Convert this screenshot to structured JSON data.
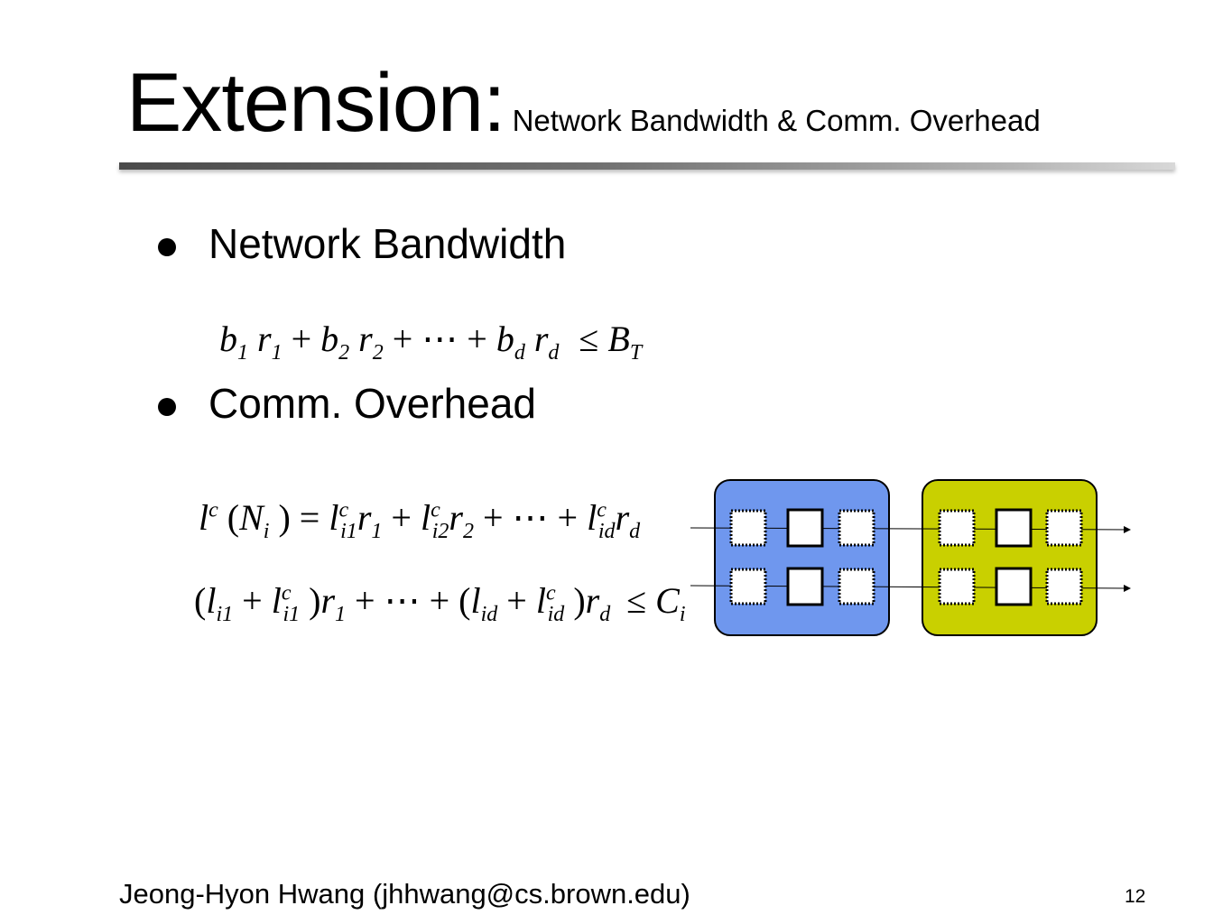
{
  "slide": {
    "title_main": "Extension:",
    "title_sub": "Network Bandwidth & Comm. Overhead",
    "bullets": [
      {
        "label": "Network Bandwidth"
      },
      {
        "label": "Comm. Overhead"
      }
    ],
    "footer": {
      "author": "Jeong-Hyon Hwang (jhhwang@cs.brown.edu)",
      "page_number": "12"
    }
  },
  "diagram": {
    "node_colors": [
      "#6f97ee",
      "#c9d000"
    ]
  }
}
